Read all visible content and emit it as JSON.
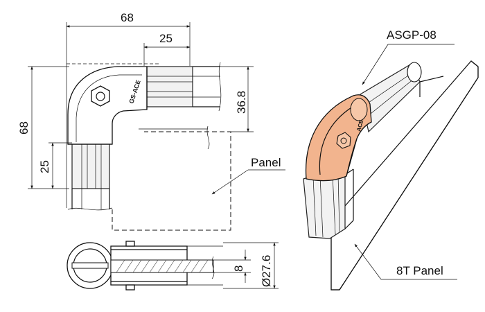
{
  "dimensions": {
    "top_width": "68",
    "top_inner_width": "25",
    "left_height": "68",
    "left_lower_height": "25",
    "right_height": "36.8",
    "section_thickness": "8",
    "section_diameter": "Ø27.6"
  },
  "labels": {
    "panel": "Panel",
    "part_number": "ASGP-08",
    "panel_8t": "8T Panel",
    "brand_front": "GS-ACE",
    "brand_iso": "ACE"
  },
  "colors": {
    "line": "#111111",
    "joint_fill": "#f2b48e",
    "tube_fill": "#f2f2f2"
  }
}
